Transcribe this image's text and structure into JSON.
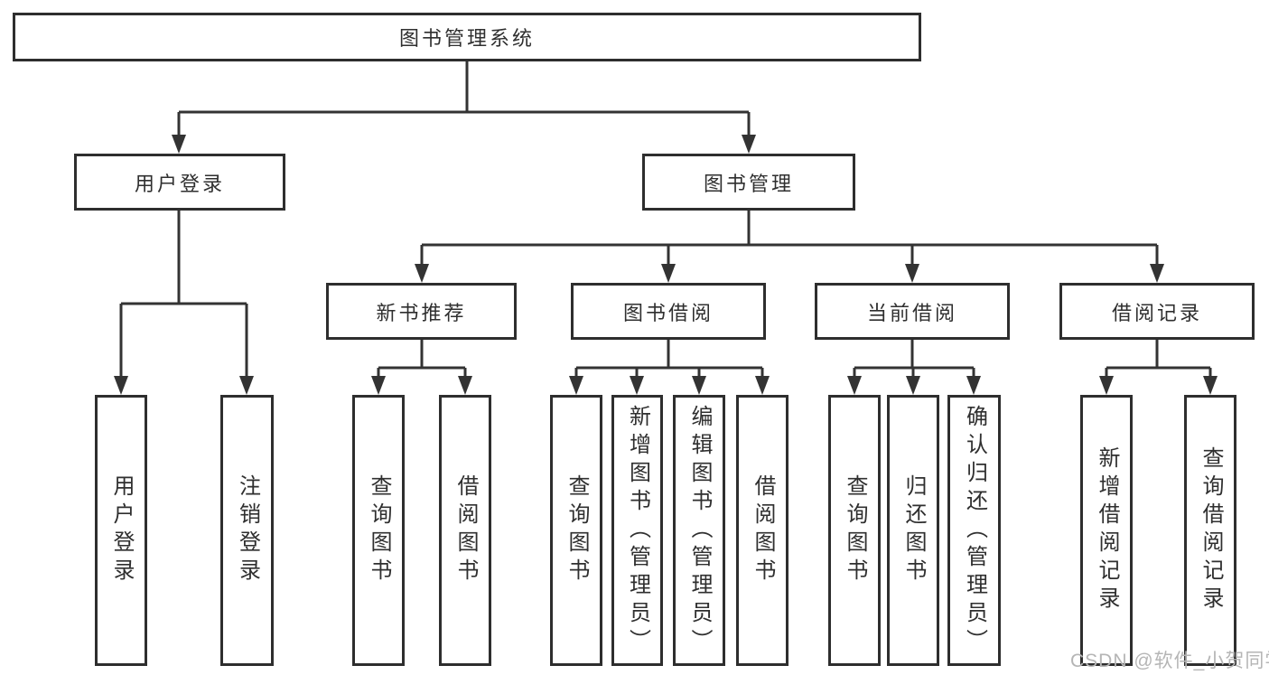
{
  "diagram": {
    "root": {
      "label": "图书管理系统"
    },
    "login": {
      "label": "用户登录",
      "children": [
        {
          "label": "用户登录"
        },
        {
          "label": "注销登录"
        }
      ]
    },
    "mgmt": {
      "label": "图书管理",
      "children": [
        {
          "label": "新书推荐",
          "children": [
            {
              "label": "查询图书"
            },
            {
              "label": "借阅图书"
            }
          ]
        },
        {
          "label": "图书借阅",
          "children": [
            {
              "label": "查询图书"
            },
            {
              "label": "新增图书（管理员）"
            },
            {
              "label": "编辑图书（管理员）"
            },
            {
              "label": "借阅图书"
            }
          ]
        },
        {
          "label": "当前借阅",
          "children": [
            {
              "label": "查询图书"
            },
            {
              "label": "归还图书"
            },
            {
              "label": "确认归还（管理员）"
            }
          ]
        },
        {
          "label": "借阅记录",
          "children": [
            {
              "label": "新增借阅记录"
            },
            {
              "label": "查询借阅记录"
            }
          ]
        }
      ]
    }
  },
  "watermark": {
    "text": "CSDN @软件_小贺同学"
  },
  "colors": {
    "line": "#333333",
    "box_border": "#2e2e2e",
    "background": "#ffffff",
    "watermark": "#b5b5b5"
  }
}
